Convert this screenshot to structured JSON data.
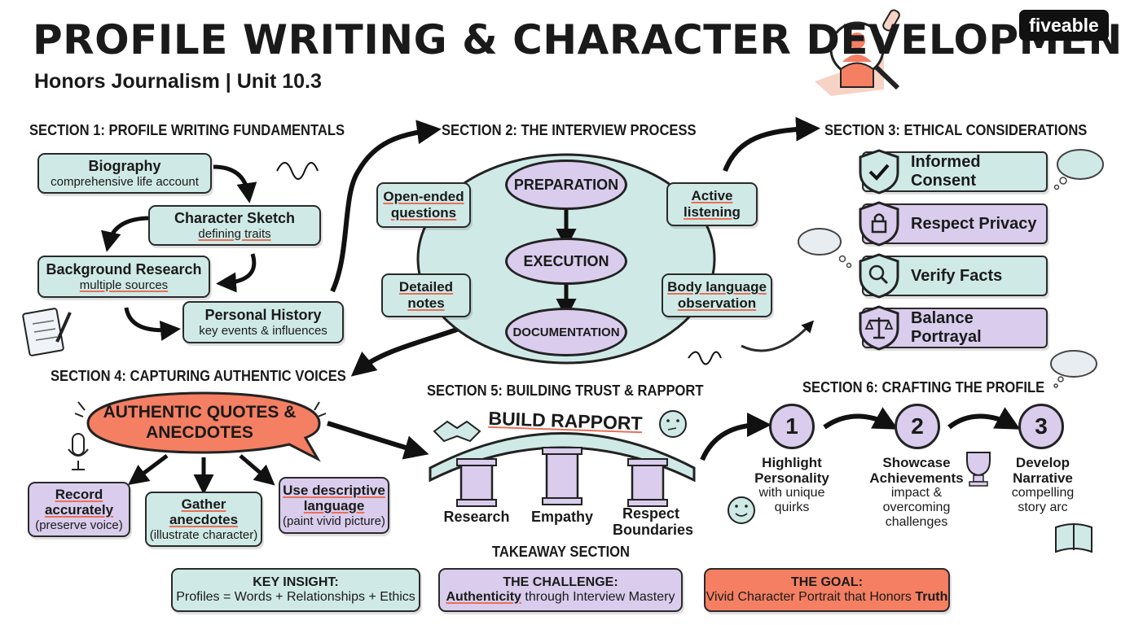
{
  "header": {
    "title": "PROFILE WRITING & CHARACTER DEVELOPMENT",
    "subtitle": "Honors Journalism | Unit 10.3",
    "brand": "fiveable"
  },
  "section1": {
    "title": "SECTION 1: PROFILE WRITING FUNDAMENTALS",
    "items": [
      {
        "label": "Biography",
        "sub": "comprehensive life account"
      },
      {
        "label": "Character Sketch",
        "sub": "defining traits"
      },
      {
        "label": "Background Research",
        "sub": "multiple sources"
      },
      {
        "label": "Personal History",
        "sub": "key events & influences"
      }
    ]
  },
  "section2": {
    "title": "SECTION 2: THE INTERVIEW PROCESS",
    "stages": [
      "PREPARATION",
      "EXECUTION",
      "DOCUMENTATION"
    ],
    "notes": [
      "Open-ended questions",
      "Detailed notes",
      "Active listening",
      "Body language observation"
    ]
  },
  "section3": {
    "title": "SECTION 3: ETHICAL CONSIDERATIONS",
    "items": [
      "Informed Consent",
      "Respect Privacy",
      "Verify Facts",
      "Balance Portrayal"
    ]
  },
  "section4": {
    "title": "SECTION 4: CAPTURING AUTHENTIC VOICES",
    "bubble": "AUTHENTIC QUOTES & ANECDOTES",
    "items": [
      {
        "label": "Record accurately",
        "sub": "(preserve voice)"
      },
      {
        "label": "Gather anecdotes",
        "sub": "(illustrate character)"
      },
      {
        "label": "Use descriptive language",
        "sub": "(paint vivid picture)"
      }
    ]
  },
  "section5": {
    "title": "SECTION 5: BUILDING TRUST & RAPPORT",
    "banner": "BUILD RAPPORT",
    "pillars": [
      "Research",
      "Empathy",
      "Respect Boundaries"
    ]
  },
  "section6": {
    "title": "SECTION 6: CRAFTING THE PROFILE",
    "steps": [
      {
        "num": "1",
        "label": "Highlight Personality",
        "sub": "with unique quirks"
      },
      {
        "num": "2",
        "label": "Showcase Achievements",
        "sub": "impact & overcoming challenges"
      },
      {
        "num": "3",
        "label": "Develop Narrative",
        "sub": "compelling story arc"
      }
    ]
  },
  "takeaway": {
    "title": "TAKEAWAY SECTION",
    "insight": {
      "heading": "KEY INSIGHT:",
      "text": "Profiles = Words + Relationships + Ethics"
    },
    "challenge": {
      "heading": "THE CHALLENGE:",
      "bold": "Authenticity",
      "text": " through Interview Mastery"
    },
    "goal": {
      "heading": "THE GOAL:",
      "text": "Vivid Character Portrait that Honors ",
      "bold": "Truth"
    }
  },
  "colors": {
    "teal": "#cfeae6",
    "purple": "#d9ccec",
    "coral": "#f47f62",
    "ink": "#1a1a1a"
  }
}
